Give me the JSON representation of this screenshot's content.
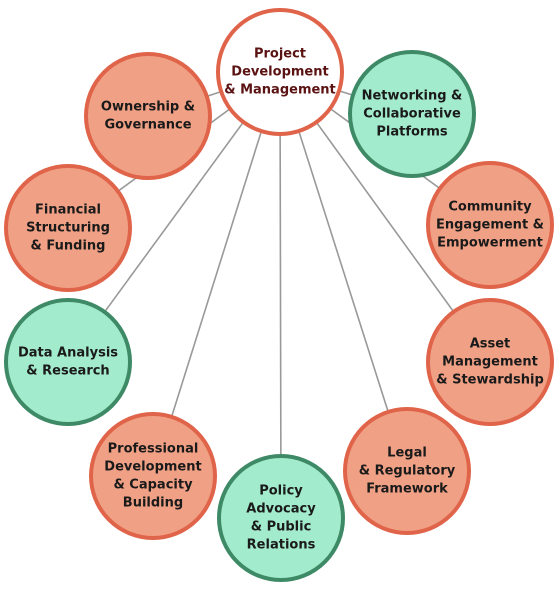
{
  "center": {
    "lines": [
      "Project",
      "Development",
      "& Management"
    ],
    "fill": "#ffffff",
    "stroke": "#e0644a",
    "text": "#5a1212"
  },
  "palette": {
    "salmon_fill": "#f0a185",
    "salmon_stroke": "#e0644a",
    "mint_fill": "#a3ebcd",
    "mint_stroke": "#3e8a66",
    "text": "#1a1a1a",
    "connector": "#999999"
  },
  "nodes": [
    {
      "name": "node-ownership-governance",
      "lines": [
        "Ownership &",
        "Governance"
      ],
      "style": "salmon"
    },
    {
      "name": "node-networking-collaborative-platforms",
      "lines": [
        "Networking &",
        "Collaborative",
        "Platforms"
      ],
      "style": "mint"
    },
    {
      "name": "node-financial-structuring-funding",
      "lines": [
        "Financial",
        "Structuring",
        "& Funding"
      ],
      "style": "salmon"
    },
    {
      "name": "node-community-engagement-empowerment",
      "lines": [
        "Community",
        "Engagement &",
        "Empowerment"
      ],
      "style": "salmon"
    },
    {
      "name": "node-data-analysis-research",
      "lines": [
        "Data Analysis",
        "& Research"
      ],
      "style": "mint"
    },
    {
      "name": "node-asset-management-stewardship",
      "lines": [
        "Asset",
        "Management",
        "& Stewardship"
      ],
      "style": "salmon"
    },
    {
      "name": "node-professional-development-capacity-building",
      "lines": [
        "Professional",
        "Development",
        "& Capacity",
        "Building"
      ],
      "style": "salmon"
    },
    {
      "name": "node-legal-regulatory-framework",
      "lines": [
        "Legal",
        "& Regulatory",
        "Framework"
      ],
      "style": "salmon"
    },
    {
      "name": "node-policy-advocacy-public-relations",
      "lines": [
        "Policy",
        "Advocacy",
        "& Public",
        "Relations"
      ],
      "style": "mint"
    }
  ]
}
